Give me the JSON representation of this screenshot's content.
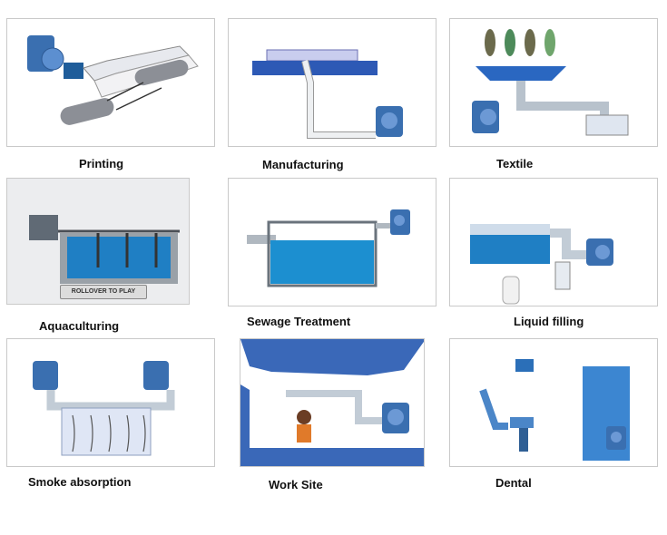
{
  "applications": [
    {
      "key": "printing",
      "label": "Printing"
    },
    {
      "key": "manufacturing",
      "label": "Manufacturing"
    },
    {
      "key": "textile",
      "label": "Textile"
    },
    {
      "key": "aquaculturing",
      "label": "Aquaculturing",
      "button": "ROLLOVER TO PLAY"
    },
    {
      "key": "sewage",
      "label": "Sewage Treatment"
    },
    {
      "key": "liquid",
      "label": "Liquid filling"
    },
    {
      "key": "smoke",
      "label": "Smoke absorption"
    },
    {
      "key": "worksite",
      "label": "Work Site"
    },
    {
      "key": "dental",
      "label": "Dental"
    }
  ],
  "colors": {
    "blower": "#3a6fb0",
    "water": "#1f7fc4",
    "pipe": "#cfd8df",
    "ground": "#3a68b8",
    "text": "#111111"
  }
}
